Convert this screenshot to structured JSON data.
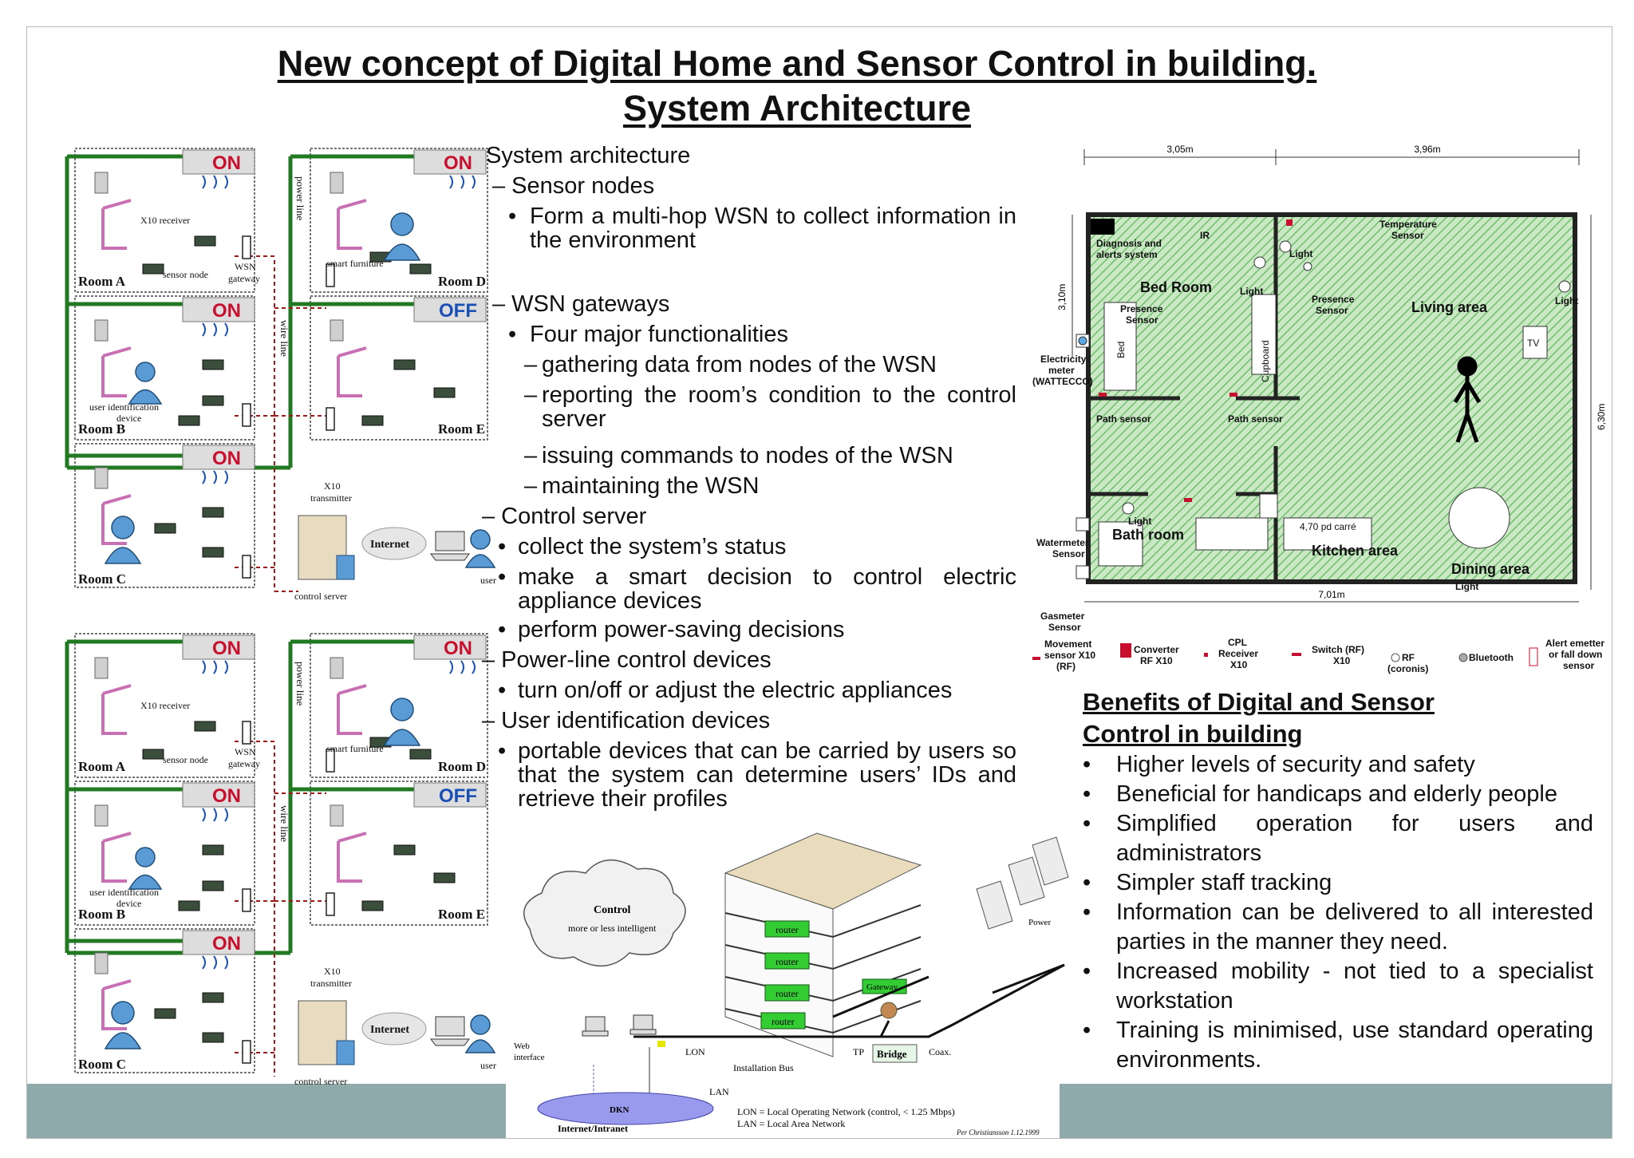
{
  "title": {
    "line1": "New concept of Digital Home and Sensor Control in building.",
    "line2": "System Architecture"
  },
  "architecture": {
    "heading": "System architecture",
    "sensor_nodes": "– Sensor nodes",
    "sensor_nodes_b1": "Form a multi-hop WSN to collect information in the environment",
    "wsn_gateways": "– WSN gateways",
    "wsn_b1": "Four major functionalities",
    "wsn_s1": "gathering data from nodes of the WSN",
    "wsn_s2": "reporting the room’s condition to the control server",
    "wsn_s3": "issuing commands to nodes of the WSN",
    "wsn_s4": "maintaining the WSN",
    "control_server": "– Control server",
    "cs_b1": "collect the system’s status",
    "cs_b2": "make a smart decision to control electric appliance devices",
    "cs_b3": "perform power-saving decisions",
    "power_line": "– Power-line control devices",
    "pl_b1": "turn on/off or adjust the electric appliances",
    "user_id": "– User identification devices",
    "ui_b1": "portable devices that can be carried by users so that the system can determine users’ IDs and retrieve their profiles"
  },
  "network_diagram": {
    "room_a": "Room A",
    "room_b": "Room B",
    "room_c": "Room C",
    "room_d": "Room D",
    "room_e": "Room E",
    "on": "ON",
    "off": "OFF",
    "x10_receiver": "X10 receiver",
    "sensor_node": "sensor node",
    "wsn": "WSN",
    "gateway": "gateway",
    "smart_furniture": "smart furniture",
    "user_identification": "user identification",
    "device": "device",
    "power_line": "power line",
    "wire_line": "wire line",
    "x10": "X10",
    "transmitter": "transmitter",
    "internet": "Internet",
    "user": "user",
    "control_server": "control server"
  },
  "floor_plan": {
    "dim_top_left": "3,05m",
    "dim_top_right": "3,96m",
    "dim_left": "3,10m",
    "dim_right": "6,30m",
    "dim_bottom": "7,01m",
    "diagnosis": "Diagnosis and",
    "alerts": "alerts system",
    "ir": "IR",
    "light": "Light",
    "temperature": "Temperature",
    "sensor": "Sensor",
    "bed_room": "Bed Room",
    "presence": "Presence",
    "living_area": "Living area",
    "bed": "Bed",
    "cupboard": "Cupboard",
    "tv": "TV",
    "electricity": "Electricity",
    "meter": "meter",
    "wattecco": "(WATTECCO)",
    "path_sensor": "Path sensor",
    "watermeter": "Watermeter",
    "bath_room": "Bath room",
    "area_note": "4,70 pd carré",
    "kitchen_area": "Kitchen area",
    "dining_area": "Dining area",
    "gasmeter": "Gasmeter",
    "leg_movement_1": "Movement",
    "leg_movement_2": "sensor X10",
    "leg_movement_3": "(RF)",
    "leg_converter_1": "Converter",
    "leg_converter_2": "RF X10",
    "leg_cpl_1": "CPL",
    "leg_cpl_2": "Receiver",
    "leg_cpl_3": "X10",
    "leg_switch_1": "Switch (RF)",
    "leg_switch_2": "X10",
    "leg_rf_1": "RF",
    "leg_rf_2": "(coronis)",
    "leg_bluetooth": "Bluetooth",
    "leg_alert_1": "Alert emetter",
    "leg_alert_2": "or fall down",
    "leg_alert_3": "sensor"
  },
  "benefits": {
    "heading1": "Benefits of Digital and Sensor",
    "heading2": "Control in building",
    "items": [
      "Higher levels of security and safety",
      "Beneficial for handicaps and elderly people",
      "Simplified operation for users and administrators",
      "Simpler staff tracking",
      "Information can be delivered to all interested parties in the manner they need.",
      "Increased mobility - not tied to a specialist workstation",
      "Training is minimised, use standard operating environments."
    ]
  },
  "building_diagram": {
    "control": "Control",
    "control_sub": "more or less intelligent",
    "web": "Web",
    "interface": "interface",
    "lon": "LON",
    "installation_bus": "Installation Bus",
    "tp": "TP",
    "bridge": "Bridge",
    "coax": "Coax.",
    "gateway": "Gateway",
    "router": "router",
    "power": "Power",
    "lan": "LAN",
    "dkn": "DKN",
    "internet_intranet": "Internet/Intranet",
    "legend_lon": "LON = Local Operating Network (control, < 1.25 Mbps)",
    "legend_lan": "LAN = Local Area Network",
    "credit": "Per Christiansson 1.12.1999"
  },
  "colors": {
    "teal": "#8eaaab",
    "green_line": "#217a21",
    "on_red": "#c8102e",
    "off_blue": "#1a4fb5",
    "hatch_green": "#6fbf6f",
    "router_green": "#33cc33"
  }
}
